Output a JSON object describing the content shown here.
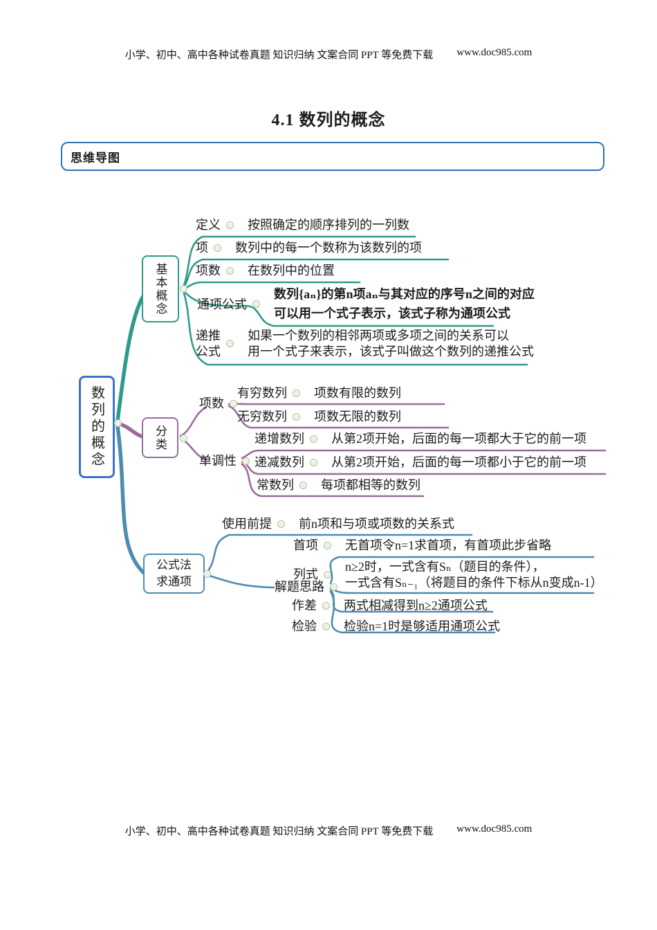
{
  "page": {
    "header_text": "小学、初中、高中各种试卷真题 知识归纳 文案合同 PPT 等免费下载",
    "header_url": "www.doc985.com",
    "footer_text": "小学、初中、高中各种试卷真题 知识归纳 文案合同 PPT 等免费下载",
    "footer_url": "www.doc985.com",
    "title": "4.1  数列的概念",
    "section_label": "思维导图"
  },
  "colors": {
    "teal": "#2F9A8C",
    "purple": "#9C6B9C",
    "blue": "#4E8CB2",
    "root": "#3B73C7",
    "frame": "#2E74B5",
    "beadfill": "#EDF3E2",
    "beadline": "#AFC0A1"
  },
  "mindmap": {
    "root": "数列的概念",
    "branches": [
      {
        "label": "基本概念",
        "children": [
          {
            "label": "定义",
            "desc": "按照确定的顺序排列的一列数"
          },
          {
            "label": "项",
            "desc": "数列中的每一个数称为该数列的项"
          },
          {
            "label": "项数",
            "desc": "在数列中的位置"
          },
          {
            "label": "通项公式",
            "desc": "数列{aₙ}的第n项aₙ与其对应的序号n之间的对应\n可以用一个式子表示，该式子称为通项公式"
          },
          {
            "label": "递推\n公式",
            "desc": "如果一个数列的相邻两项或多项之间的关系可以\n用一个式子来表示，该式子叫做这个数列的递推公式"
          }
        ]
      },
      {
        "label": "分类",
        "children": [
          {
            "label": "项数",
            "children": [
              {
                "label": "有穷数列",
                "desc": "项数有限的数列"
              },
              {
                "label": "无穷数列",
                "desc": "项数无限的数列"
              }
            ]
          },
          {
            "label": "单调性",
            "children": [
              {
                "label": "递增数列",
                "desc": "从第2项开始，后面的每一项都大于它的前一项"
              },
              {
                "label": "递减数列",
                "desc": "从第2项开始，后面的每一项都小于它的前一项"
              },
              {
                "label": "常数列",
                "desc": "每项都相等的数列"
              }
            ]
          }
        ]
      },
      {
        "label": "公式法\n求通项",
        "children": [
          {
            "label": "使用前提",
            "desc": "前n项和与项或项数的关系式"
          },
          {
            "label": "解题思路",
            "children": [
              {
                "label": "首项",
                "desc": "无首项令n=1求首项，有首项此步省略"
              },
              {
                "label": "列式",
                "desc": "n≥2时，一式含有Sₙ（题目的条件），\n一式含有Sₙ₋₁（将题目的条件下标从n变成n-1）"
              },
              {
                "label": "作差",
                "desc": "两式相减得到n≥2通项公式"
              },
              {
                "label": "检验",
                "desc": "检验n=1时是够适用通项公式"
              }
            ]
          }
        ]
      }
    ]
  }
}
